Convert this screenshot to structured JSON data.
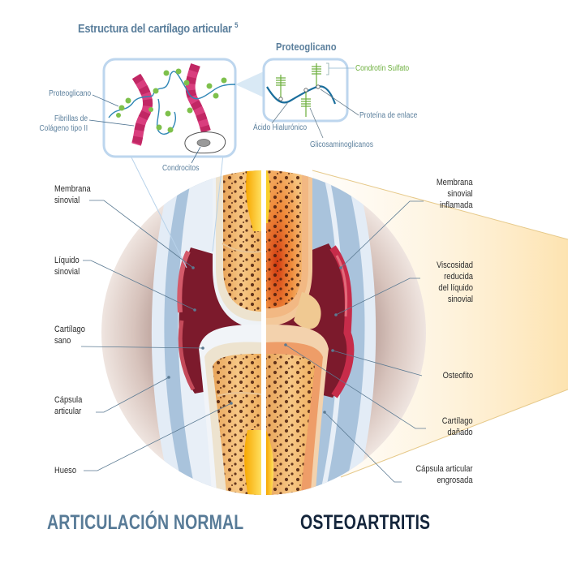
{
  "header": {
    "title": "Estructura del cartílago articular",
    "title_superscript": "5"
  },
  "cartilage_inset": {
    "labels": {
      "proteoglycan": "Proteoglicano",
      "collagen_line1": "Fibrillas de",
      "collagen_line2": "Colágeno tipo II",
      "chondrocytes": "Condrocitos"
    }
  },
  "proteoglycan_inset": {
    "title": "Proteoglicano",
    "labels": {
      "chondroitin_sulfate": "Condrotín Sulfato",
      "link_protein": "Proteína de enlace",
      "hyaluronic_acid": "Ácido Hialurónico",
      "glycosaminoglycans": "Glicosaminoglicanos"
    }
  },
  "left_labels": {
    "synovial_membrane": [
      "Membrana",
      "sinovial"
    ],
    "synovial_fluid": [
      "Líquido",
      "sinovial"
    ],
    "healthy_cartilage": [
      "Cartílago",
      "sano"
    ],
    "joint_capsule": [
      "Cápsula",
      "articular"
    ],
    "bone": [
      "Hueso"
    ]
  },
  "right_labels": {
    "inflamed_membrane": [
      "Membrana",
      "sinovial",
      "inflamada"
    ],
    "reduced_viscosity": [
      "Viscosidad",
      "reducida",
      "del líquido",
      "sinovial"
    ],
    "osteophyte": [
      "Osteofito"
    ],
    "damaged_cartilage": [
      "Cartílago",
      "dañado"
    ],
    "thickened_capsule": [
      "Cápsula articular",
      "engrosada"
    ]
  },
  "footer": {
    "normal_label": "ARTICULACIÓN NORMAL",
    "osteoarthritis_label": "OSTEOARTRITIS"
  },
  "colors": {
    "title_blue": "#5b7f9c",
    "label_green": "#6aae3a",
    "dark_navy": "#14253b",
    "collagen_pink": "#c8326e",
    "capsule_blue": "#a9c3dc",
    "bone_orange": "#f2b46a",
    "synovial_red": "#7c1a2c",
    "halo_beige": "#d9c4bc",
    "highlight_yellow": "#fde8b8"
  }
}
